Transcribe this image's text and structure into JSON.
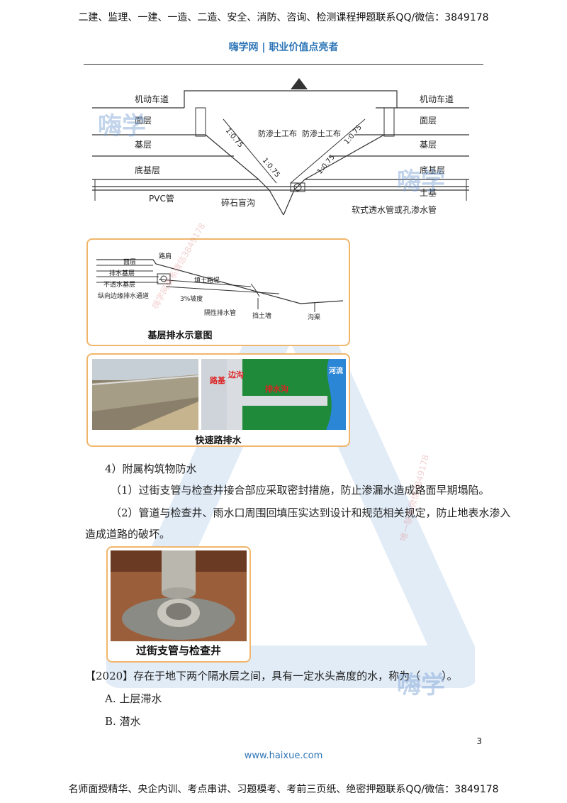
{
  "header": {
    "top_text": "二建、监理、一建、一造、二造、安全、消防、咨询、检测课程押题联系QQ/微信：3849178",
    "sub_text": "嗨学网 | 职业价值点亮者"
  },
  "watermarks": {
    "brand": "嗨学",
    "diag_text_1": "嗨学网联系微信3849178",
    "diag_text_2": "唯一联系微信3849178"
  },
  "fig1": {
    "left_labels": [
      "机动车道",
      "面层",
      "基层",
      "底基层",
      "PVC管"
    ],
    "right_labels": [
      "机动车道",
      "面层",
      "基层",
      "底基层",
      "土基"
    ],
    "slope_labels": [
      "1:0.75",
      "1:0.75",
      "1:0.75",
      "1:0.75"
    ],
    "fabric_left": "防渗土工布",
    "fabric_right": "防渗土工布",
    "center_label": "碎石盲沟",
    "bottom_right_label": "软式透水管或孔渗水管"
  },
  "fig2": {
    "caption": "基层排水示意图",
    "labels": {
      "road_shoulder": "路肩",
      "surface": "面层",
      "drain_base": "排水基层",
      "impermeable_base": "不透水基层",
      "longitudinal_channel": "纵向边缘排水通道",
      "fill_embankment": "填土路堤",
      "slope": "3%坡度",
      "perforated_pipe": "隔性排水管",
      "retaining_wall": "挡土墙",
      "ditch": "沟渠"
    }
  },
  "fig3": {
    "caption": "快速路排水",
    "labels": {
      "roadbed": "路基",
      "side_ditch": "边沟",
      "drain_ditch": "排水沟",
      "river": "河流"
    }
  },
  "section": {
    "heading": "4）附属构筑物防水",
    "item1": "（1）过街支管与检查井接合部应采取密封措施，防止渗漏水造成路面早期塌陷。",
    "item2_line1": "（2）管道与检查井、雨水口周围回填压实达到设计和规范相关规定，防止地表水渗入",
    "item2_line2": "造成道路的破坏。"
  },
  "fig4": {
    "caption": "过街支管与检查井"
  },
  "question": {
    "stem": "【2020】存在于地下两个隔水层之间，具有一定水头高度的水，称为（　　）。",
    "option_a": "A.  上层滞水",
    "option_b": "B.  潜水"
  },
  "footer": {
    "page_number": "3",
    "website": "www.haixue.com",
    "bottom_text": "名师面授精华、央企内训、考点串讲、习题模考、考前三页纸、绝密押题联系QQ/微信：3849178"
  }
}
